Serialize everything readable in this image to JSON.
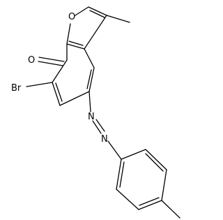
{
  "molecule": {
    "atoms": {
      "ring_oxygen": "O",
      "carbonyl_oxygen": "O",
      "bromine": "Br",
      "azo_n1": "N",
      "azo_n2": "N"
    }
  }
}
